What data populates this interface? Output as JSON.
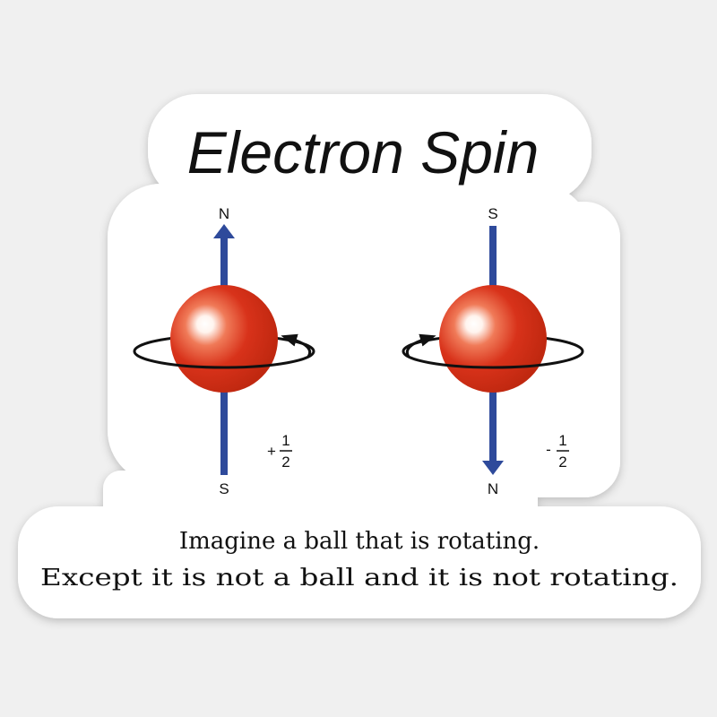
{
  "title": "Electron Spin",
  "spin_up": {
    "top_label": "N",
    "bottom_label": "S",
    "spin_sign": "+",
    "spin_numerator": "1",
    "spin_denominator": "2"
  },
  "spin_down": {
    "top_label": "S",
    "bottom_label": "N",
    "spin_sign": "-",
    "spin_numerator": "1",
    "spin_denominator": "2"
  },
  "caption": {
    "line1": "Imagine a ball that is rotating.",
    "line2": "Except it is not a ball and it is not rotating."
  },
  "colors": {
    "background": "#f0f0f0",
    "sticker": "#ffffff",
    "arrow": "#2e4a9b",
    "sphere": "#d8321a",
    "orbit": "#111111"
  }
}
